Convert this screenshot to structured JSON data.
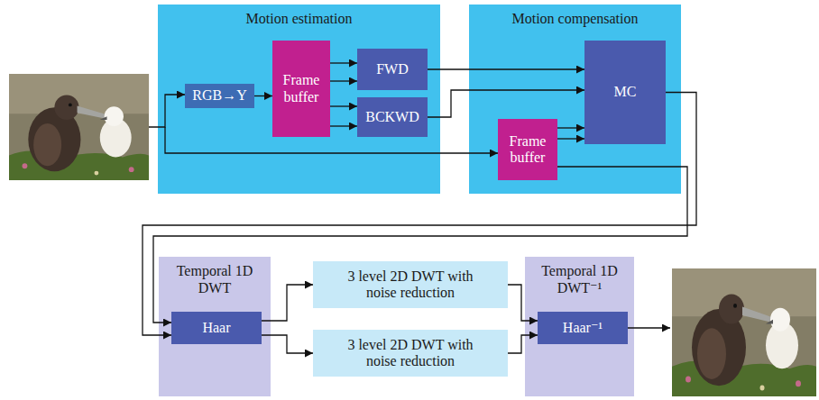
{
  "diagram": {
    "nodes": [
      {
        "text": [
          "Motion estimation"
        ]
      },
      {
        "text": [
          "RGB→Y"
        ],
        "in": 0
      },
      {
        "text": [
          "Frame buffer"
        ],
        "in": 0
      },
      {
        "text": [
          "FWD"
        ],
        "in": 0
      },
      {
        "text": [
          "BCKWD"
        ],
        "in": 0
      },
      {
        "text": [
          "Motion compensation"
        ]
      },
      {
        "text": [
          "MC"
        ],
        "in": 5
      },
      {
        "text": [
          "Frame buffer"
        ],
        "in": 5
      },
      {
        "text": [
          "Temporal 1D DWT"
        ]
      },
      {
        "text": [
          "Haar"
        ],
        "in": 8
      },
      {
        "text": [
          "3 level 2D DWT with noise reduction"
        ]
      },
      {
        "text": [
          "3 level 2D DWT with noise reduction"
        ]
      },
      {
        "text": [
          "Temporal 1D DWT⁻¹"
        ]
      },
      {
        "text": [
          "Haar⁻¹"
        ],
        "in": 12
      }
    ],
    "edges": [
      {
        "from": 1,
        "to": 2,
        "arrow": "to"
      },
      {
        "from": 2,
        "to": 3,
        "arrow": "to"
      },
      {
        "from": 2,
        "to": 3,
        "arrow": "to"
      },
      {
        "from": 2,
        "to": 4,
        "arrow": "to"
      },
      {
        "from": 2,
        "to": 4,
        "arrow": "to"
      },
      {
        "from": 3,
        "to": 6,
        "arrow": "to"
      },
      {
        "from": 4,
        "to": 6,
        "arrow": "to"
      },
      {
        "from": 7,
        "to": 6,
        "arrow": "to"
      },
      {
        "from": 7,
        "to": 6,
        "arrow": "to"
      },
      {
        "from": 6,
        "to": 9,
        "arrow": "to"
      },
      {
        "from": 7,
        "to": 9,
        "arrow": "to"
      },
      {
        "from": 9,
        "to": 10,
        "arrow": "to"
      },
      {
        "from": 9,
        "to": 11,
        "arrow": "to"
      },
      {
        "from": 10,
        "to": 13,
        "arrow": "to"
      },
      {
        "from": 11,
        "to": 13,
        "arrow": "to"
      }
    ]
  }
}
